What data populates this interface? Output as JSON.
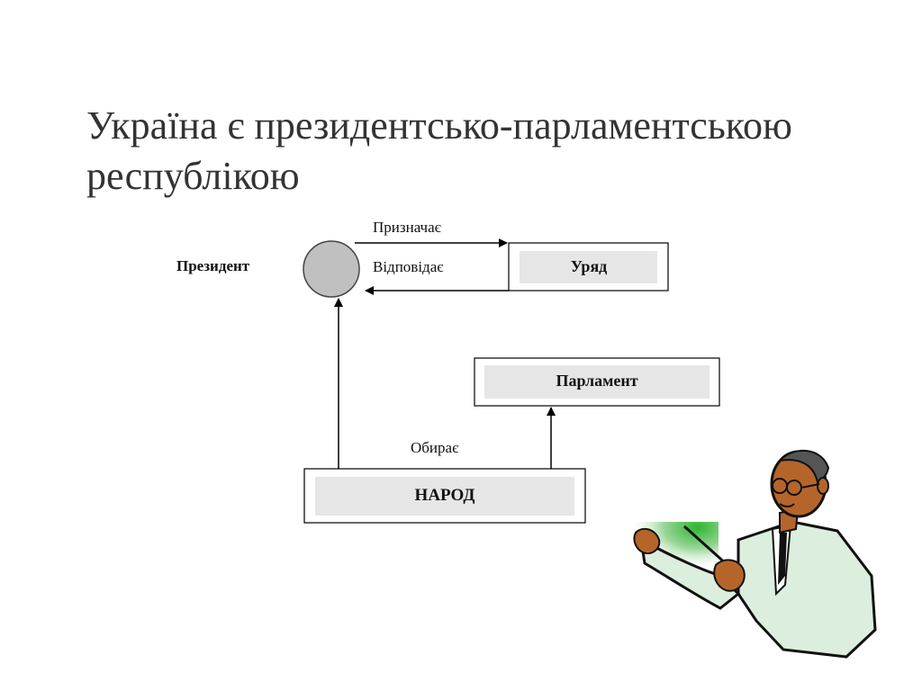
{
  "slide": {
    "title": "Україна є президентсько-парламентською республікою"
  },
  "diagram": {
    "president_label": "Президент",
    "government_label": "Уряд",
    "parliament_label": "Парламент",
    "people_label": "НАРОД",
    "appoints_label": "Призначає",
    "accountable_label": "Відповідає",
    "elects_label": "Обирає"
  },
  "clipart": {
    "name": "presenter-with-pointer-illustration"
  },
  "colors": {
    "title_text": "#333333",
    "box_fill": "#e6e6e6",
    "president_circle": "#c0c0c0",
    "pointer_glow": "#2fb52f",
    "jacket": "#dceedd"
  }
}
